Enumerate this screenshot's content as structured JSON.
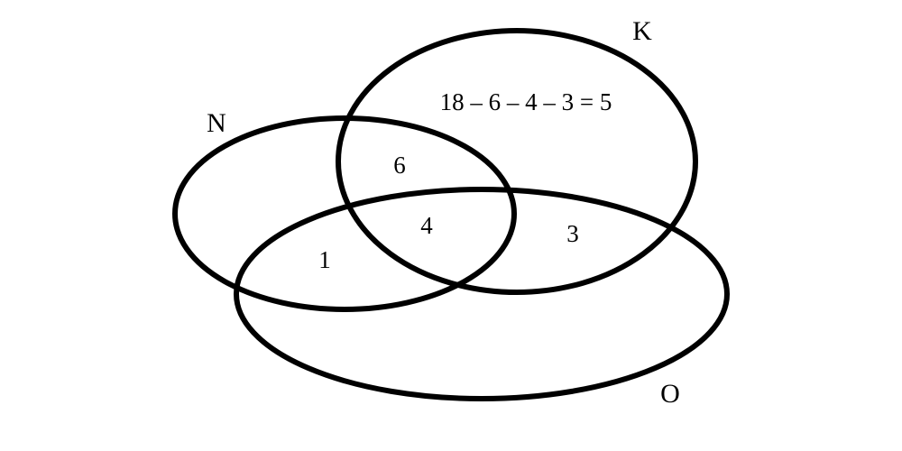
{
  "sets": {
    "n": {
      "label": "N"
    },
    "k": {
      "label": "K"
    },
    "o": {
      "label": "O"
    }
  },
  "regions": {
    "k_only": "18 – 6 – 4 – 3 = 5",
    "n_and_k": "6",
    "n_and_k_and_o": "4",
    "k_and_o": "3",
    "n_and_o": "1"
  },
  "colors": {
    "stroke": "#000000",
    "background": "#ffffff"
  }
}
